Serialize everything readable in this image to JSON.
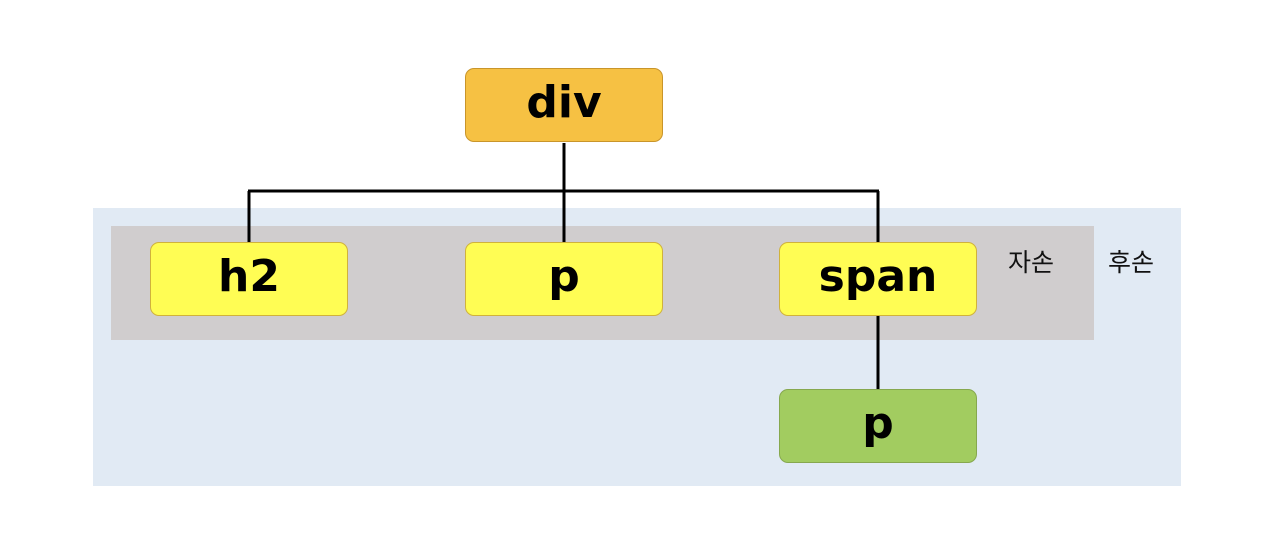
{
  "diagram": {
    "nodes": {
      "root": "div",
      "h2": "h2",
      "p1": "p",
      "span": "span",
      "p2": "p"
    },
    "region_labels": {
      "children": "자손",
      "descendants": "후손"
    },
    "colors": {
      "root_fill": "#f6c143",
      "child_fill": "#fffd54",
      "grandchild_fill": "#a2cc60",
      "descendant_region": "#e1eaf4",
      "child_region": "#d0cdce",
      "connector": "#000000"
    }
  }
}
